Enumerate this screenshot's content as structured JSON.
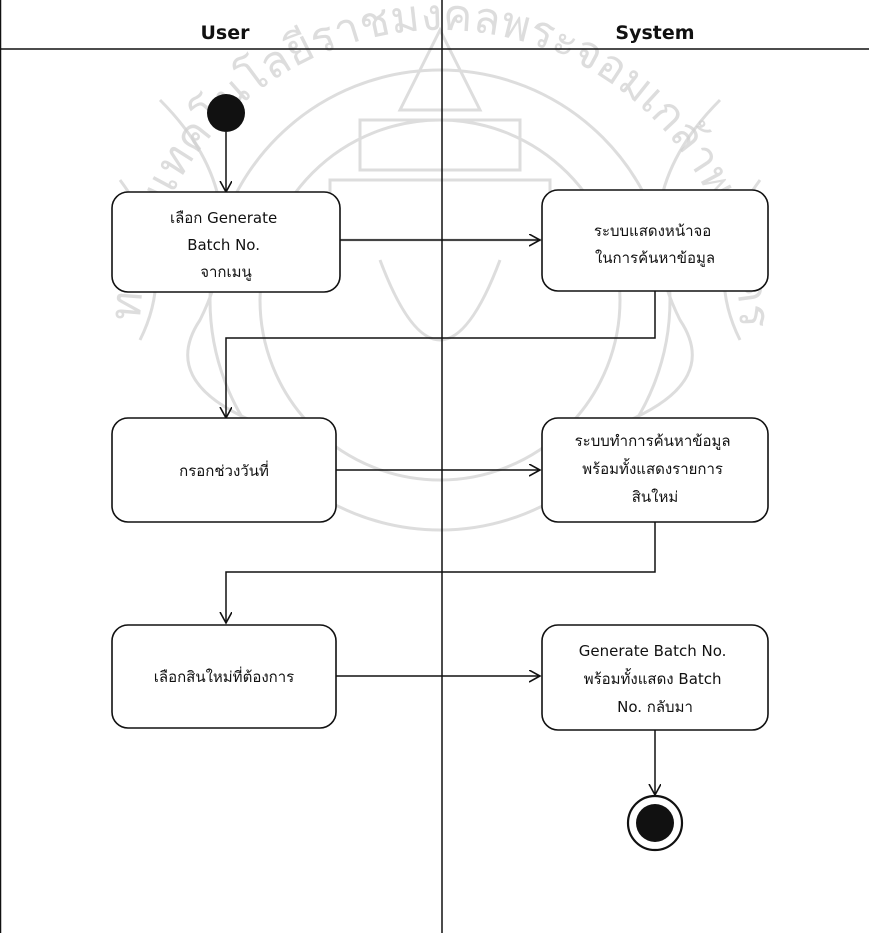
{
  "lanes": [
    {
      "title": "User"
    },
    {
      "title": "System"
    }
  ],
  "watermark": {
    "text": "มหาวิทยาลัยเทคโนโลยีราชมงคลพระจอมเกล้าพระนครเหนือ"
  },
  "nodes": {
    "u1": {
      "lines": [
        "เลือก Generate",
        "Batch No.",
        "จากเมนู"
      ]
    },
    "s1": {
      "lines": [
        "ระบบแสดงหน้าจอ",
        "ในการค้นหาข้อมูล"
      ]
    },
    "u2": {
      "lines": [
        "กรอกช่วงวันที่"
      ]
    },
    "s2": {
      "lines": [
        "ระบบทำการค้นหาข้อมูล",
        "พร้อมทั้งแสดงรายการ",
        "สินใหม่"
      ]
    },
    "u3": {
      "lines": [
        "เลือกสินใหม่ที่ต้องการ"
      ]
    },
    "s3": {
      "lines": [
        "Generate Batch No.",
        "พร้อมทั้งแสดง Batch",
        "No. กลับมา"
      ]
    }
  },
  "colors": {
    "line": "#111111",
    "watermark": "#c8c8c8",
    "fill": "#ffffff"
  }
}
